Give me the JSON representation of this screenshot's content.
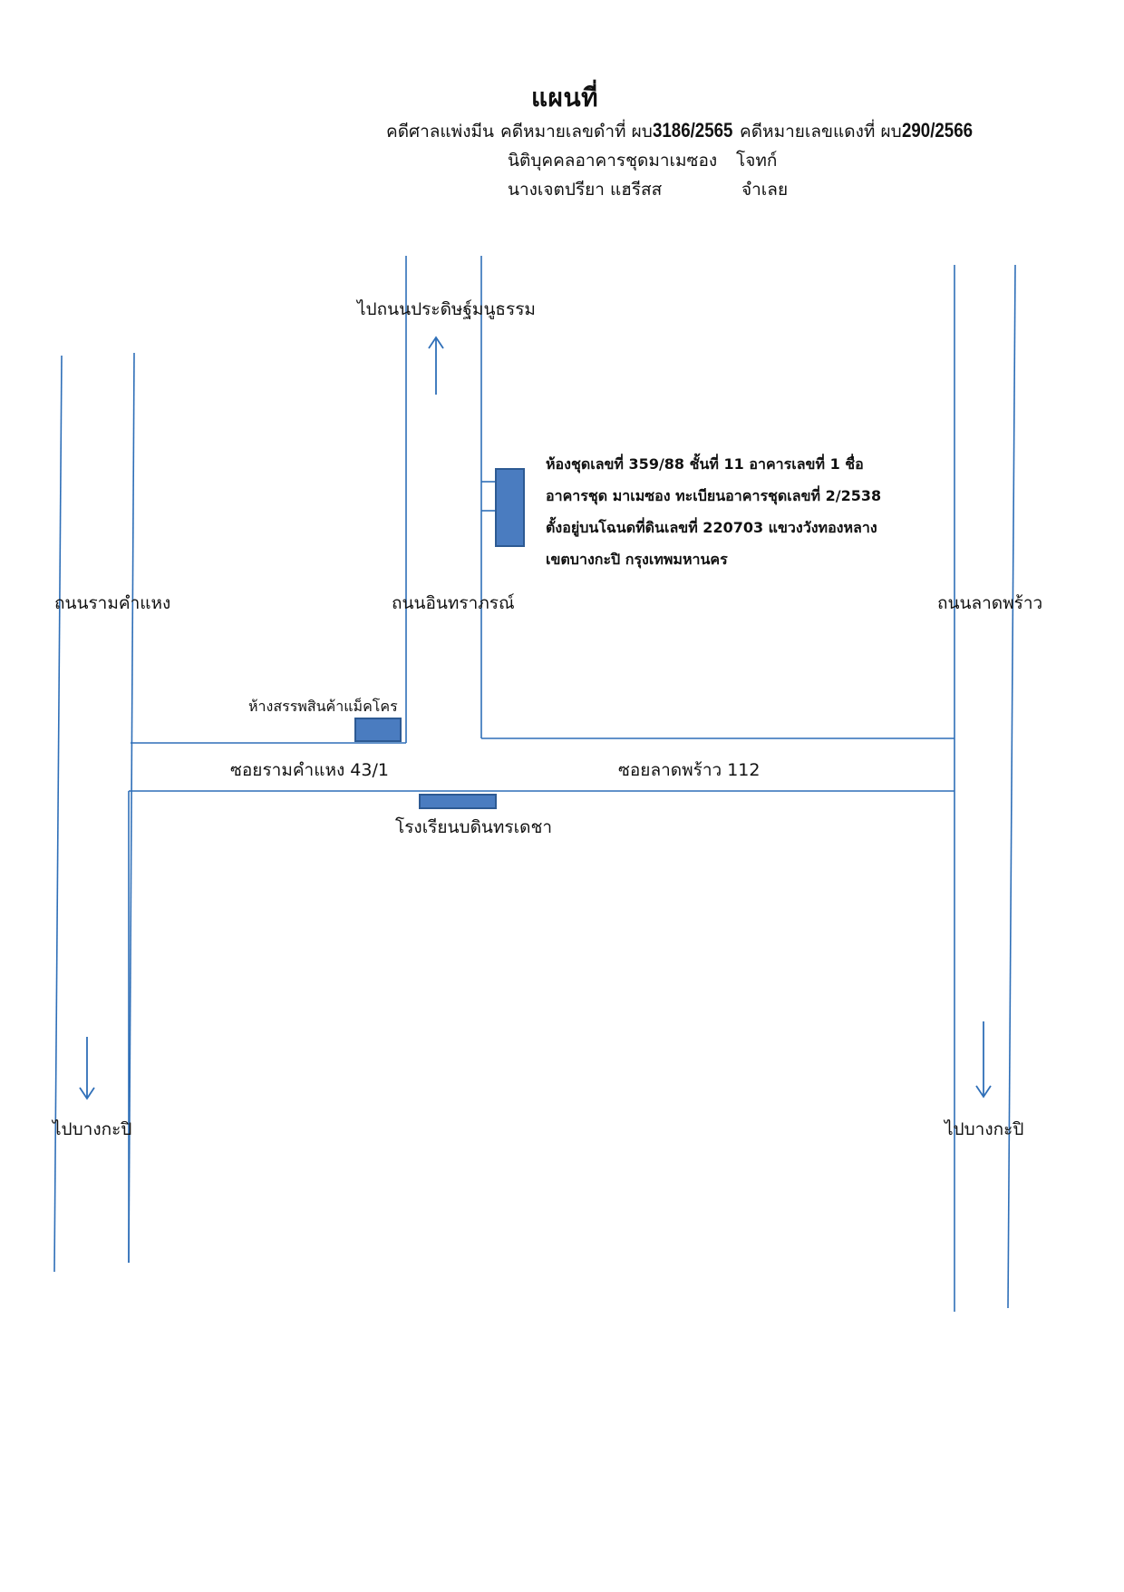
{
  "header": {
    "title": "แผนที่",
    "court": "คดีศาลแพ่งมีน",
    "black_case_prefix": "คดีหมายเลขดำที่ ผบ",
    "black_case_number": "3186/2565",
    "red_case_prefix": "คดีหมายเลขแดงที่ ผบ",
    "red_case_number": "290/2566",
    "plaintiff_name": "นิติบุคคลอาคารชุดมาเมซอง",
    "plaintiff_role": "โจทก์",
    "defendant_name": "นางเจตปรียา   แฮรีสส",
    "defendant_role": "จำเลย"
  },
  "map": {
    "colors": {
      "road": "#2f6fb8",
      "building_fill": "#4a7cc0",
      "building_stroke": "#2d5a93"
    },
    "labels": {
      "to_prachasongkhro": "ไปถนนประดิษฐ์มนูธรรม",
      "ramkhamhaeng_road": "ถนนรามคำแหง",
      "inthraphorn_road": "ถนนอินทราภรณ์",
      "ladprao_road": "ถนนลาดพร้าว",
      "makro": "ห้างสรรพสินค้าแม็คโคร",
      "soi_ramkhamhaeng": "ซอยรามคำแหง 43/1",
      "soi_ladprao": "ซอยลาดพร้าว 112",
      "school": "โรงเรียนบดินทรเดชา",
      "to_bangkapi_left": "ไปบางกะปิ",
      "to_bangkapi_right": "ไปบางกะปิ"
    },
    "property_description": [
      "ห้องชุดเลขที่ 359/88 ชั้นที่ 11 อาคารเลขที่ 1 ชื่อ",
      "อาคารชุด มาเมซอง ทะเบียนอาคารชุดเลขที่ 2/2538",
      "ตั้งอยู่บนโฉนดที่ดินเลขที่ 220703 แขวงวังทองหลาง",
      "เขตบางกะปิ กรุงเทพมหานคร"
    ],
    "icons": {
      "north_arrow": "arrow-up-icon",
      "south_arrow_left": "arrow-down-icon",
      "south_arrow_right": "arrow-down-icon"
    }
  }
}
